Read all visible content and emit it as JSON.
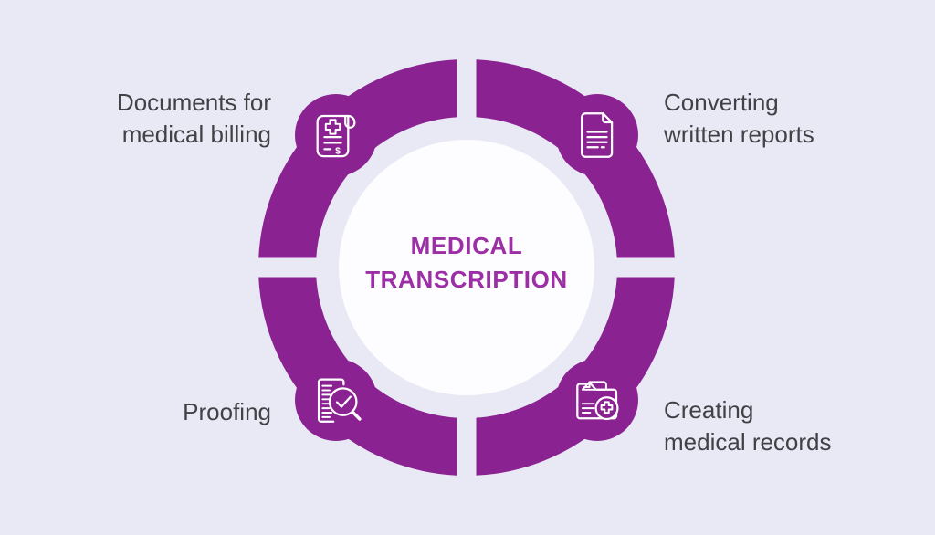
{
  "diagram": {
    "title": {
      "line1": "MEDICAL",
      "line2": "TRANSCRIPTION"
    },
    "colors": {
      "background": "#E9E9F6",
      "ring": "#8A2391",
      "center_circle": "#FDFDFF",
      "title_text": "#9C2FA6",
      "label_text": "#414146",
      "icon_stroke": "#FFFFFF"
    },
    "nodes": [
      {
        "position": "top-left",
        "icon": "medical-bill-icon",
        "label_line1": "Documents for",
        "label_line2": "medical billing"
      },
      {
        "position": "top-right",
        "icon": "written-report-icon",
        "label_line1": "Converting",
        "label_line2": "written reports"
      },
      {
        "position": "bottom-left",
        "icon": "proofing-magnifier-icon",
        "label_line1": "Proofing",
        "label_line2": ""
      },
      {
        "position": "bottom-right",
        "icon": "medical-records-folder-icon",
        "label_line1": "Creating",
        "label_line2": "medical records"
      }
    ],
    "icon_dollar_symbol": "$"
  }
}
